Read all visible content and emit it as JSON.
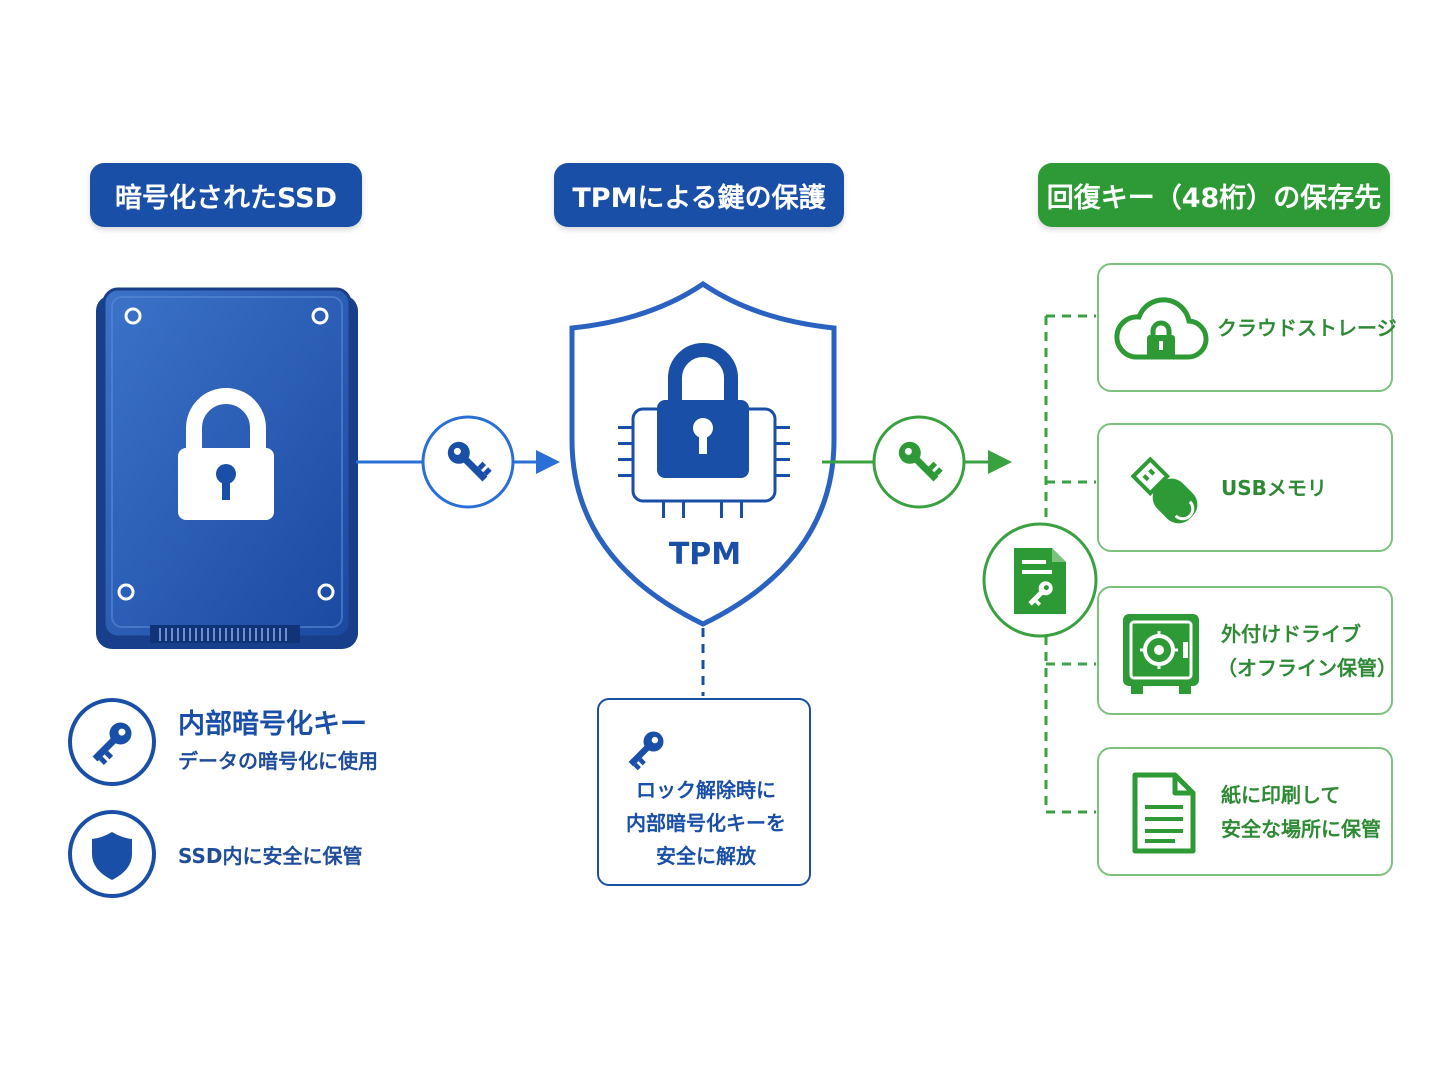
{
  "headers": {
    "ssd": "暗号化されたSSD",
    "tpm": "TPMによる鍵の保護",
    "recovery": "回復キー（48桁）の保存先"
  },
  "tpm_label": "TPM",
  "ssd_legend": {
    "internal_key_title": "内部暗号化キー",
    "internal_key_desc": "データの暗号化に使用",
    "stored_safely": "SSD内に安全に保管"
  },
  "tpm_note": {
    "line1": "ロック解除時に",
    "line2": "内部暗号化キーを",
    "line3": "安全に解放"
  },
  "destinations": [
    {
      "label": "クラウドストレージ",
      "icon": "cloud-lock-icon"
    },
    {
      "label": "USBメモリ",
      "icon": "usb-drive-icon"
    },
    {
      "label_line1": "外付けドライブ",
      "label_line2": "（オフライン保管）",
      "icon": "safe-icon"
    },
    {
      "label_line1": "紙に印刷して",
      "label_line2": "安全な場所に保管",
      "icon": "document-icon"
    }
  ],
  "colors": {
    "blue": "#1a4fa8",
    "arrow_blue": "#2a6fd6",
    "green": "#2e9a36",
    "light_green": "#7cc27e"
  }
}
